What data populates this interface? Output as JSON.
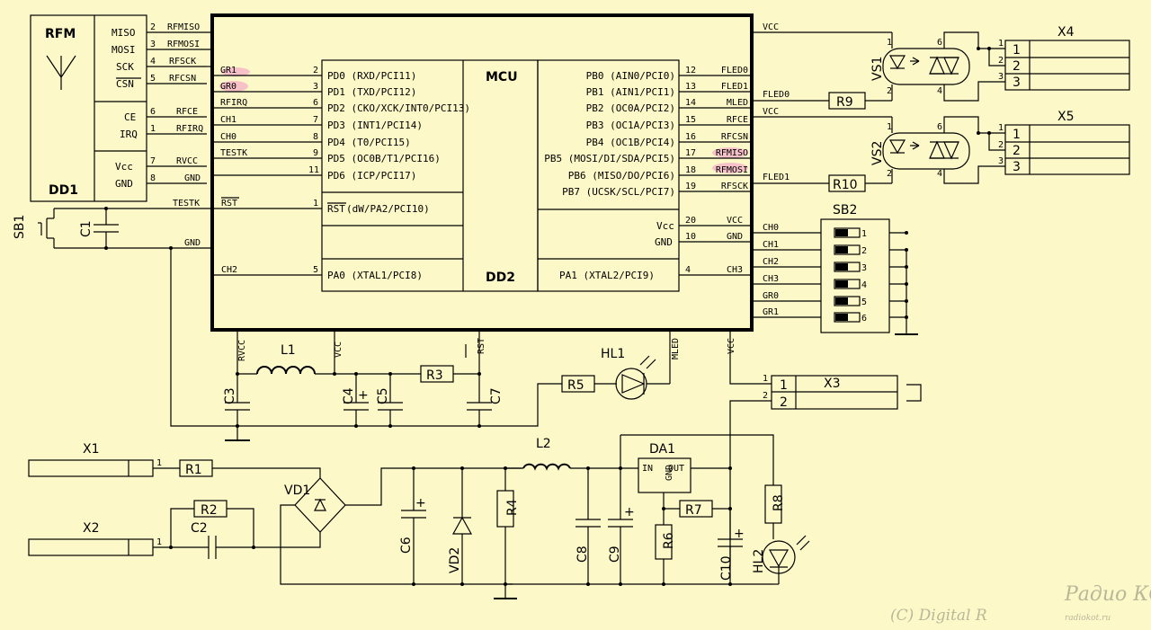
{
  "rfm": {
    "title": "RFM",
    "ref": "DD1",
    "pins": [
      {
        "label": "MISO",
        "num": "2",
        "net": "RFMISO"
      },
      {
        "label": "MOSI",
        "num": "3",
        "net": "RFMOSI"
      },
      {
        "label": "SCK",
        "num": "4",
        "net": "RFSCK"
      },
      {
        "label": "CSN",
        "num": "5",
        "net": "RFCSN"
      },
      {
        "label": "CE",
        "num": "6",
        "net": "RFCE"
      },
      {
        "label": "IRQ",
        "num": "1",
        "net": "RFIRQ"
      },
      {
        "label": "Vcc",
        "num": "7",
        "net": "RVCC"
      },
      {
        "label": "GND",
        "num": "8",
        "net": "GND"
      }
    ]
  },
  "mcu": {
    "title": "MCU",
    "ref": "DD2",
    "left_pins": [
      {
        "net": "GR1",
        "num": "2",
        "label": "PD0 (RXD/PCI11)"
      },
      {
        "net": "GR0",
        "num": "3",
        "label": "PD1 (TXD/PCI12)"
      },
      {
        "net": "RFIRQ",
        "num": "6",
        "label": "PD2 (CKO/XCK/INT0/PCI13)"
      },
      {
        "net": "CH1",
        "num": "7",
        "label": "PD3 (INT1/PCI14)"
      },
      {
        "net": "CH0",
        "num": "8",
        "label": "PD4 (T0/PCI15)"
      },
      {
        "net": "TESTK",
        "num": "9",
        "label": "PD5 (OC0B/T1/PCI16)"
      },
      {
        "net": "",
        "num": "11",
        "label": "PD6 (ICP/PCI17)"
      }
    ],
    "rst": {
      "net": "TESTK",
      "num": "1",
      "label_over": "RST",
      "label": " (dW/PA2/PCI10)"
    },
    "pa0": {
      "net": "CH2",
      "num": "5",
      "label": "PA0 (XTAL1/PCI8)"
    },
    "right_pins": [
      {
        "label": "PB0 (AIN0/PCI0)",
        "num": "12",
        "net": "FLED0"
      },
      {
        "label": "PB1 (AIN1/PCI1)",
        "num": "13",
        "net": "FLED1"
      },
      {
        "label": "PB2 (OC0A/PCI2)",
        "num": "14",
        "net": "MLED"
      },
      {
        "label": "PB3 (OC1A/PCI3)",
        "num": "15",
        "net": "RFCE"
      },
      {
        "label": "PB4 (OC1B/PCI4)",
        "num": "16",
        "net": "RFCSN"
      },
      {
        "label": "PB5 (MOSI/DI/SDA/PCI5)",
        "num": "17",
        "net": "RFMISO"
      },
      {
        "label": "PB6 (MISO/DO/PCI6)",
        "num": "18",
        "net": "RFMOSI"
      },
      {
        "label": "PB7 (UCSK/SCL/PCI7)",
        "num": "19",
        "net": "RFSCK"
      }
    ],
    "vcc": {
      "label": "Vcc",
      "num": "20",
      "net": "VCC"
    },
    "gnd": {
      "label": "GND",
      "num": "10",
      "net": "GND"
    },
    "pa1": {
      "label": "PA1 (XTAL2/PCI9)",
      "num": "4",
      "net": "CH3"
    },
    "bottom_nets": [
      "RVCC",
      "VCC",
      "RST",
      "MLED",
      "VCC"
    ]
  },
  "nets": {
    "testk": "TESTK",
    "gnd": "GND",
    "ch2": "CH2",
    "vcc": "VCC",
    "fled0": "FLED0",
    "fled1": "FLED1",
    "sb_nets": [
      "CH0",
      "CH1",
      "CH2",
      "CH3",
      "GR0",
      "GR1"
    ]
  },
  "refs": {
    "sb1": "SB1",
    "c1": "C1",
    "c3": "C3",
    "c4": "C4",
    "c5": "C5",
    "c7": "C7",
    "l1": "L1",
    "r3": "R3",
    "r5": "R5",
    "hl1": "HL1",
    "vs1": "VS1",
    "vs2": "VS2",
    "r9": "R9",
    "r10": "R10",
    "x4": "X4",
    "x5": "X5",
    "sb2": "SB2",
    "x3": "X3",
    "x1": "X1",
    "x2": "X2",
    "r1": "R1",
    "r2": "R2",
    "c2": "C2",
    "vd1": "VD1",
    "c6": "C6",
    "vd2": "VD2",
    "r4": "R4",
    "l2": "L2",
    "c8": "C8",
    "c9": "C9",
    "da1": "DA1",
    "r6": "R6",
    "r7": "R7",
    "c10": "C10",
    "r8": "R8",
    "hl2": "HL2"
  },
  "da1_pins": {
    "in": "IN",
    "out": "OUT",
    "gnd": "GND"
  },
  "connector_pins": {
    "x4": [
      "1",
      "2",
      "3"
    ],
    "x5": [
      "1",
      "2",
      "3"
    ],
    "x3": [
      "1",
      "2"
    ],
    "sb2": [
      "1",
      "2",
      "3",
      "4",
      "5",
      "6"
    ],
    "vs_pins": [
      "1",
      "2",
      "6",
      "4"
    ]
  },
  "plus": "+",
  "watermark": {
    "main": "(C) Digital R",
    "sub": "radiokot.ru",
    "logo": "Радио КОТ"
  }
}
